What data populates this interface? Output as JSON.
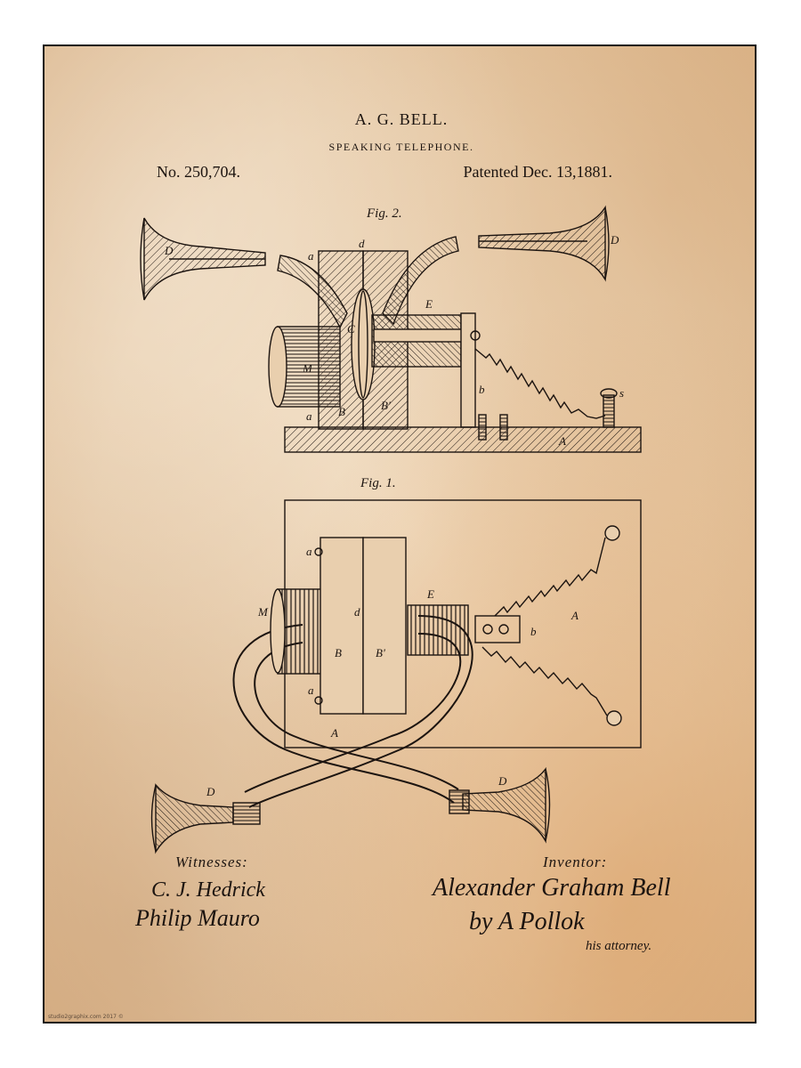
{
  "header": {
    "title": "A. G. BELL.",
    "subtitle": "SPEAKING TELEPHONE.",
    "patent_number": "No. 250,704.",
    "patent_date": "Patented Dec. 13,1881."
  },
  "figures": {
    "fig2": {
      "label": "Fig. 2.",
      "parts": {
        "a": "a",
        "d": "d",
        "D": "D",
        "E": "E",
        "C": "C",
        "M": "M",
        "B": "B",
        "B_prime": "B'",
        "b": "b",
        "s": "s",
        "A": "A"
      }
    },
    "fig1": {
      "label": "Fig. 1.",
      "parts": {
        "a": "a",
        "M": "M",
        "d": "d",
        "E": "E",
        "B": "B",
        "B_prime": "B'",
        "A": "A",
        "b": "b",
        "D": "D"
      }
    }
  },
  "signatures": {
    "witnesses_label": "Witnesses:",
    "witness_1": "C. J. Hedrick",
    "witness_2": "Philip Mauro",
    "inventor_label": "Inventor:",
    "inventor_name": "Alexander Graham Bell",
    "by_line": "by A Pollok",
    "attorney_line": "his attorney."
  },
  "credit": "studio2graphix.com 2017 ©",
  "colors": {
    "paper": "#e9cfae",
    "ink": "#1c1410",
    "frame_border": "#111111"
  }
}
